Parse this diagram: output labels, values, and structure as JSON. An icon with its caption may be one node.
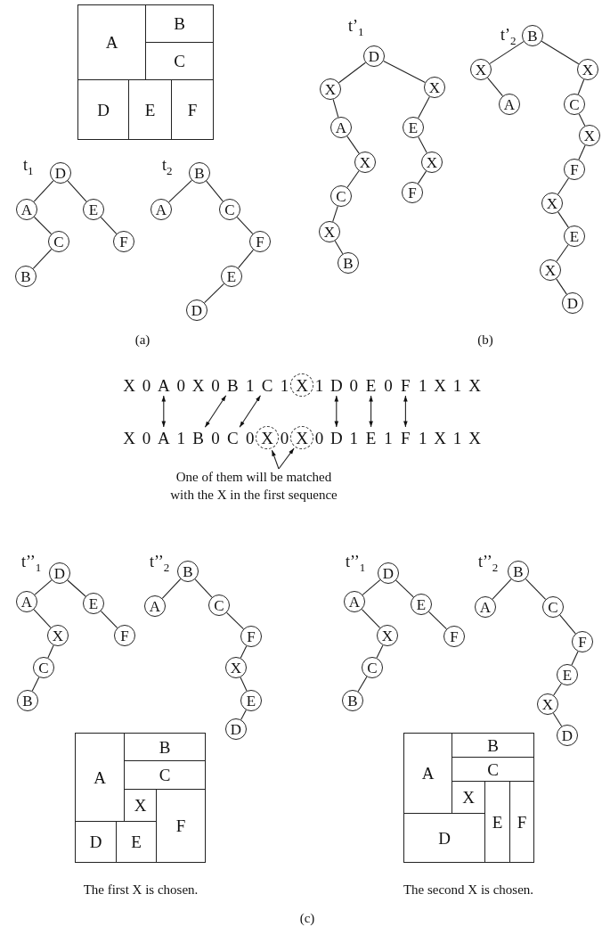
{
  "diagram": {
    "nodes": [
      {
        "text": [
          "A"
        ]
      },
      {
        "text": [
          "B"
        ]
      },
      {
        "text": [
          "C"
        ]
      },
      {
        "text": [
          "D"
        ]
      },
      {
        "text": [
          "E"
        ]
      },
      {
        "text": [
          "F"
        ]
      },
      {
        "text": [
          "D"
        ],
        "beside": [
          "t$_{1}$"
        ]
      },
      {
        "text": [
          "A"
        ]
      },
      {
        "text": [
          "E"
        ]
      },
      {
        "text": [
          "C"
        ]
      },
      {
        "text": [
          "F"
        ]
      },
      {
        "text": [
          "B"
        ]
      },
      {
        "text": [
          "B"
        ],
        "beside": [
          "t$_{2}$"
        ]
      },
      {
        "text": [
          "A"
        ]
      },
      {
        "text": [
          "C"
        ]
      },
      {
        "text": [
          "F"
        ]
      },
      {
        "text": [
          "E"
        ]
      },
      {
        "text": [
          "D"
        ]
      },
      {
        "text": [
          "D"
        ],
        "beside": [
          "t’$_{1}$"
        ]
      },
      {
        "text": [
          "X"
        ]
      },
      {
        "text": [
          "X"
        ]
      },
      {
        "text": [
          "A"
        ]
      },
      {
        "text": [
          "E"
        ]
      },
      {
        "text": [
          "X"
        ]
      },
      {
        "text": [
          "X"
        ]
      },
      {
        "text": [
          "C"
        ]
      },
      {
        "text": [
          "F"
        ]
      },
      {
        "text": [
          "X"
        ]
      },
      {
        "text": [
          "B"
        ]
      },
      {
        "text": [
          "B"
        ],
        "beside": [
          "t’$_{2}$"
        ]
      },
      {
        "text": [
          "X"
        ]
      },
      {
        "text": [
          "X"
        ]
      },
      {
        "text": [
          "A"
        ]
      },
      {
        "text": [
          "C"
        ]
      },
      {
        "text": [
          "X"
        ]
      },
      {
        "text": [
          "F"
        ]
      },
      {
        "text": [
          "X"
        ]
      },
      {
        "text": [
          "E"
        ]
      },
      {
        "text": [
          "X"
        ]
      },
      {
        "text": [
          "D"
        ]
      },
      {
        "text": [
          "X"
        ]
      },
      {
        "text": [
          "0"
        ]
      },
      {
        "text": [
          "A"
        ]
      },
      {
        "text": [
          "0"
        ]
      },
      {
        "text": [
          "X"
        ]
      },
      {
        "text": [
          "0"
        ]
      },
      {
        "text": [
          "B"
        ]
      },
      {
        "text": [
          "1"
        ]
      },
      {
        "text": [
          "C"
        ]
      },
      {
        "text": [
          "1"
        ]
      },
      {
        "text": [
          "X"
        ]
      },
      {
        "text": [
          "1"
        ]
      },
      {
        "text": [
          "D"
        ]
      },
      {
        "text": [
          "0"
        ]
      },
      {
        "text": [
          "E"
        ]
      },
      {
        "text": [
          "0"
        ]
      },
      {
        "text": [
          "F"
        ]
      },
      {
        "text": [
          "1"
        ]
      },
      {
        "text": [
          "X"
        ]
      },
      {
        "text": [
          "1"
        ]
      },
      {
        "text": [
          "X"
        ]
      },
      {
        "text": [
          "X"
        ]
      },
      {
        "text": [
          "0"
        ]
      },
      {
        "text": [
          "A"
        ]
      },
      {
        "text": [
          "1"
        ]
      },
      {
        "text": [
          "B"
        ]
      },
      {
        "text": [
          "0"
        ]
      },
      {
        "text": [
          "C"
        ]
      },
      {
        "text": [
          "0"
        ]
      },
      {
        "text": [
          "X"
        ]
      },
      {
        "text": [
          "0"
        ]
      },
      {
        "text": [
          "X"
        ]
      },
      {
        "text": [
          "0"
        ]
      },
      {
        "text": [
          "D"
        ]
      },
      {
        "text": [
          "1"
        ]
      },
      {
        "text": [
          "E"
        ]
      },
      {
        "text": [
          "1"
        ]
      },
      {
        "text": [
          "F"
        ]
      },
      {
        "text": [
          "1"
        ]
      },
      {
        "text": [
          "X"
        ]
      },
      {
        "text": [
          "1"
        ]
      },
      {
        "text": [
          "X"
        ]
      },
      {
        "text": [
          "One of them will be matched with the X in the first sequence"
        ]
      },
      {
        "text": [
          "D"
        ],
        "beside": [
          "t’’$_{1}$"
        ]
      },
      {
        "text": [
          "A"
        ]
      },
      {
        "text": [
          "E"
        ]
      },
      {
        "text": [
          "X"
        ]
      },
      {
        "text": [
          "F"
        ]
      },
      {
        "text": [
          "C"
        ]
      },
      {
        "text": [
          "B"
        ]
      },
      {
        "text": [
          "B"
        ],
        "beside": [
          "t’’$_{2}$"
        ]
      },
      {
        "text": [
          "A"
        ]
      },
      {
        "text": [
          "C"
        ]
      },
      {
        "text": [
          "F"
        ]
      },
      {
        "text": [
          "X"
        ]
      },
      {
        "text": [
          "E"
        ]
      },
      {
        "text": [
          "D"
        ]
      },
      {
        "text": [
          "A"
        ]
      },
      {
        "text": [
          "B"
        ]
      },
      {
        "text": [
          "C"
        ]
      },
      {
        "text": [
          "X"
        ]
      },
      {
        "text": [
          "F"
        ]
      },
      {
        "text": [
          "D"
        ]
      },
      {
        "text": [
          "E"
        ]
      },
      {
        "text": [
          "D"
        ],
        "beside": [
          "t’’$_{1}$"
        ]
      },
      {
        "text": [
          "A"
        ]
      },
      {
        "text": [
          "E"
        ]
      },
      {
        "text": [
          "X"
        ]
      },
      {
        "text": [
          "F"
        ]
      },
      {
        "text": [
          "C"
        ]
      },
      {
        "text": [
          "B"
        ]
      },
      {
        "text": [
          "B"
        ],
        "beside": [
          "t’’$_{2}$"
        ]
      },
      {
        "text": [
          "A"
        ]
      },
      {
        "text": [
          "C"
        ]
      },
      {
        "text": [
          "F"
        ]
      },
      {
        "text": [
          "E"
        ]
      },
      {
        "text": [
          "X"
        ]
      },
      {
        "text": [
          "D"
        ]
      },
      {
        "text": [
          "A"
        ]
      },
      {
        "text": [
          "B"
        ]
      },
      {
        "text": [
          "C"
        ]
      },
      {
        "text": [
          "X"
        ]
      },
      {
        "text": [
          "E"
        ]
      },
      {
        "text": [
          "F"
        ]
      },
      {
        "text": [
          "D"
        ]
      }
    ],
    "edges": [
      {
        "from": 6,
        "to": 7,
        "arrow": "none"
      },
      {
        "from": 6,
        "to": 8,
        "arrow": "none"
      },
      {
        "from": 7,
        "to": 9,
        "arrow": "none"
      },
      {
        "from": 9,
        "to": 11,
        "arrow": "none"
      },
      {
        "from": 8,
        "to": 10,
        "arrow": "none"
      },
      {
        "from": 12,
        "to": 13,
        "arrow": "none"
      },
      {
        "from": 12,
        "to": 14,
        "arrow": "none"
      },
      {
        "from": 14,
        "to": 15,
        "arrow": "none"
      },
      {
        "from": 15,
        "to": 16,
        "arrow": "none"
      },
      {
        "from": 16,
        "to": 17,
        "arrow": "none"
      },
      {
        "from": 18,
        "to": 19,
        "arrow": "none"
      },
      {
        "from": 18,
        "to": 20,
        "arrow": "none"
      },
      {
        "from": 19,
        "to": 21,
        "arrow": "none"
      },
      {
        "from": 21,
        "to": 23,
        "arrow": "none"
      },
      {
        "from": 23,
        "to": 25,
        "arrow": "none"
      },
      {
        "from": 25,
        "to": 27,
        "arrow": "none"
      },
      {
        "from": 27,
        "to": 28,
        "arrow": "none"
      },
      {
        "from": 20,
        "to": 22,
        "arrow": "none"
      },
      {
        "from": 22,
        "to": 24,
        "arrow": "none"
      },
      {
        "from": 24,
        "to": 26,
        "arrow": "none"
      },
      {
        "from": 29,
        "to": 30,
        "arrow": "none"
      },
      {
        "from": 29,
        "to": 31,
        "arrow": "none"
      },
      {
        "from": 30,
        "to": 32,
        "arrow": "none"
      },
      {
        "from": 31,
        "to": 33,
        "arrow": "none"
      },
      {
        "from": 33,
        "to": 34,
        "arrow": "none"
      },
      {
        "from": 34,
        "to": 35,
        "arrow": "none"
      },
      {
        "from": 35,
        "to": 36,
        "arrow": "none"
      },
      {
        "from": 36,
        "to": 37,
        "arrow": "none"
      },
      {
        "from": 37,
        "to": 38,
        "arrow": "none"
      },
      {
        "from": 38,
        "to": 39,
        "arrow": "none"
      },
      {
        "from": 42,
        "to": 63,
        "arrow": "both"
      },
      {
        "from": 46,
        "to": 65,
        "arrow": "both"
      },
      {
        "from": 48,
        "to": 67,
        "arrow": "both"
      },
      {
        "from": 52,
        "to": 73,
        "arrow": "both"
      },
      {
        "from": 54,
        "to": 75,
        "arrow": "both"
      },
      {
        "from": 56,
        "to": 77,
        "arrow": "both"
      },
      {
        "from": 82,
        "to": 69,
        "arrow": "to"
      },
      {
        "from": 82,
        "to": 71,
        "arrow": "to"
      },
      {
        "from": 83,
        "to": 84,
        "arrow": "none"
      },
      {
        "from": 83,
        "to": 85,
        "arrow": "none"
      },
      {
        "from": 84,
        "to": 86,
        "arrow": "none"
      },
      {
        "from": 86,
        "to": 88,
        "arrow": "none"
      },
      {
        "from": 88,
        "to": 89,
        "arrow": "none"
      },
      {
        "from": 85,
        "to": 87,
        "arrow": "none"
      },
      {
        "from": 90,
        "to": 91,
        "arrow": "none"
      },
      {
        "from": 90,
        "to": 92,
        "arrow": "none"
      },
      {
        "from": 92,
        "to": 93,
        "arrow": "none"
      },
      {
        "from": 93,
        "to": 94,
        "arrow": "none"
      },
      {
        "from": 94,
        "to": 95,
        "arrow": "none"
      },
      {
        "from": 95,
        "to": 96,
        "arrow": "none"
      },
      {
        "from": 104,
        "to": 105,
        "arrow": "none"
      },
      {
        "from": 104,
        "to": 106,
        "arrow": "none"
      },
      {
        "from": 105,
        "to": 107,
        "arrow": "none"
      },
      {
        "from": 107,
        "to": 109,
        "arrow": "none"
      },
      {
        "from": 109,
        "to": 110,
        "arrow": "none"
      },
      {
        "from": 106,
        "to": 108,
        "arrow": "none"
      },
      {
        "from": 111,
        "to": 112,
        "arrow": "none"
      },
      {
        "from": 111,
        "to": 113,
        "arrow": "none"
      },
      {
        "from": 113,
        "to": 114,
        "arrow": "none"
      },
      {
        "from": 114,
        "to": 115,
        "arrow": "none"
      },
      {
        "from": 115,
        "to": 116,
        "arrow": "none"
      },
      {
        "from": 116,
        "to": 117,
        "arrow": "none"
      }
    ],
    "labels": [
      "(a)",
      "(b)",
      "The first X is chosen.",
      "The second X is chosen.",
      "(c)"
    ]
  }
}
